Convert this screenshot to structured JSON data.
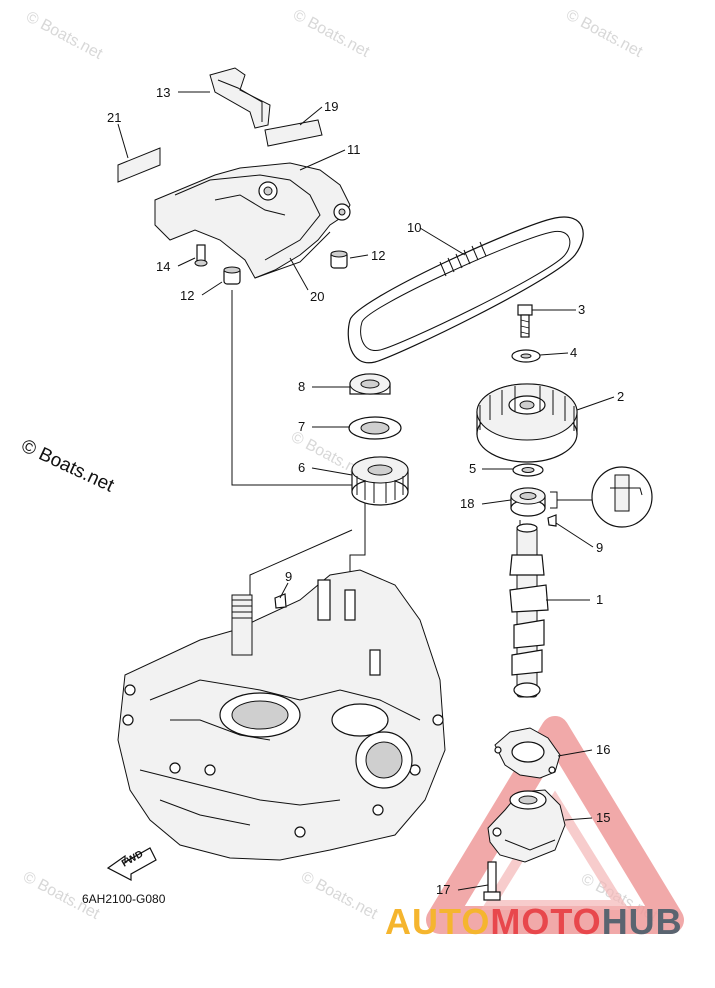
{
  "watermarks": {
    "small": "© Boats.net",
    "large": "© Boats.net"
  },
  "diagram_code": "6AH2100-G080",
  "fwd_label": "FWD",
  "brand": {
    "part1": "AUTO",
    "part2": "MOTO",
    "part3": "HUB",
    "colors": {
      "orange": "#f5b52e",
      "red": "#e8474c",
      "gray": "#5a6470"
    }
  },
  "callouts": [
    {
      "id": "13",
      "text": "13"
    },
    {
      "id": "19",
      "text": "19"
    },
    {
      "id": "21",
      "text": "21"
    },
    {
      "id": "11",
      "text": "11"
    },
    {
      "id": "10",
      "text": "10"
    },
    {
      "id": "14",
      "text": "14"
    },
    {
      "id": "12a",
      "text": "12"
    },
    {
      "id": "12b",
      "text": "12"
    },
    {
      "id": "20",
      "text": "20"
    },
    {
      "id": "3",
      "text": "3"
    },
    {
      "id": "4",
      "text": "4"
    },
    {
      "id": "8",
      "text": "8"
    },
    {
      "id": "2",
      "text": "2"
    },
    {
      "id": "7",
      "text": "7"
    },
    {
      "id": "6",
      "text": "6"
    },
    {
      "id": "5",
      "text": "5"
    },
    {
      "id": "18",
      "text": "18"
    },
    {
      "id": "9a",
      "text": "9"
    },
    {
      "id": "9b",
      "text": "9"
    },
    {
      "id": "1",
      "text": "1"
    },
    {
      "id": "16",
      "text": "16"
    },
    {
      "id": "15",
      "text": "15"
    },
    {
      "id": "17",
      "text": "17"
    }
  ]
}
